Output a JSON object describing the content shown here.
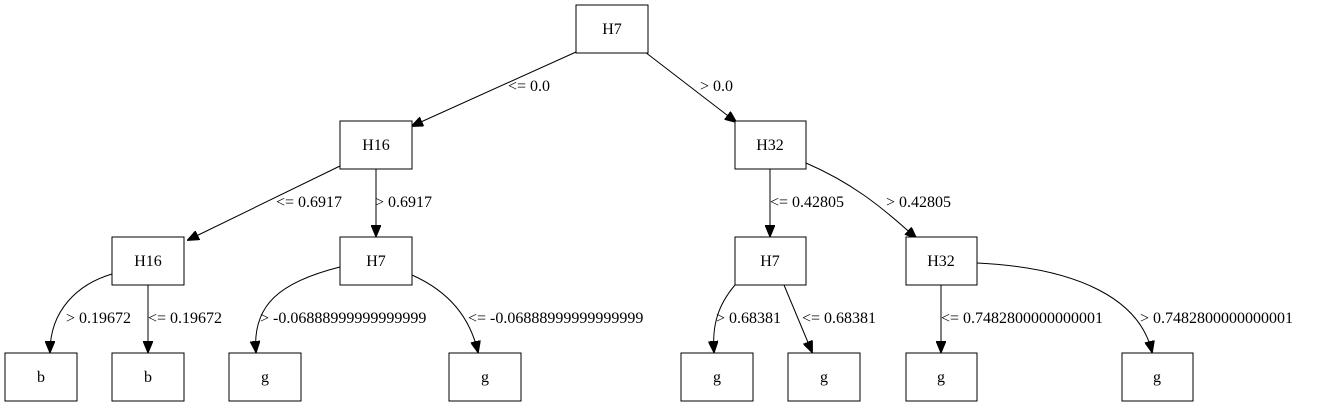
{
  "nodes": {
    "n0": "H7",
    "n1": "H16",
    "n2": "H32",
    "n3": "H16",
    "n4": "H7",
    "n5": "H7",
    "n6": "H32",
    "n7": "b",
    "n8": "b",
    "n9": "g",
    "n10": "g",
    "n11": "g",
    "n12": "g",
    "n13": "g",
    "n14": "g"
  },
  "edges": {
    "e0": "<= 0.0",
    "e1": "> 0.0",
    "e2": "<= 0.6917",
    "e3": "> 0.6917",
    "e4": "<= 0.42805",
    "e5": "> 0.42805",
    "e6": "> 0.19672",
    "e7": "<= 0.19672",
    "e8": "> -0.06888999999999999",
    "e9": "<= -0.06888999999999999",
    "e10": "> 0.68381",
    "e11": "<= 0.68381",
    "e12": "<= 0.7482800000000001",
    "e13": "> 0.7482800000000001"
  }
}
